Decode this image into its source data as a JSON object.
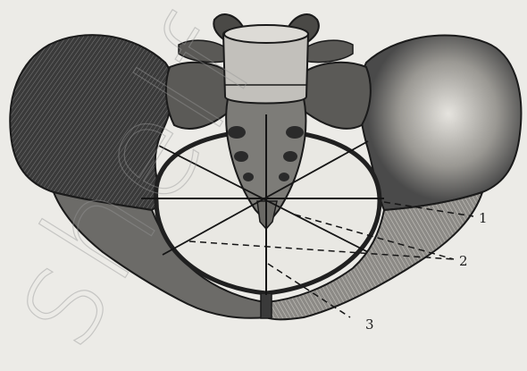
{
  "figure": {
    "callouts": [
      {
        "id": "callout-1",
        "label": "1"
      },
      {
        "id": "callout-2",
        "label": "2"
      },
      {
        "id": "callout-3",
        "label": "3"
      }
    ],
    "watermark_text": "shelf",
    "colors": {
      "background": "#ecebe7",
      "bone_dark": "#2b2b2b",
      "bone_mid": "#6f6f6f",
      "bone_light": "#c9c7c2",
      "line": "#151515"
    }
  }
}
